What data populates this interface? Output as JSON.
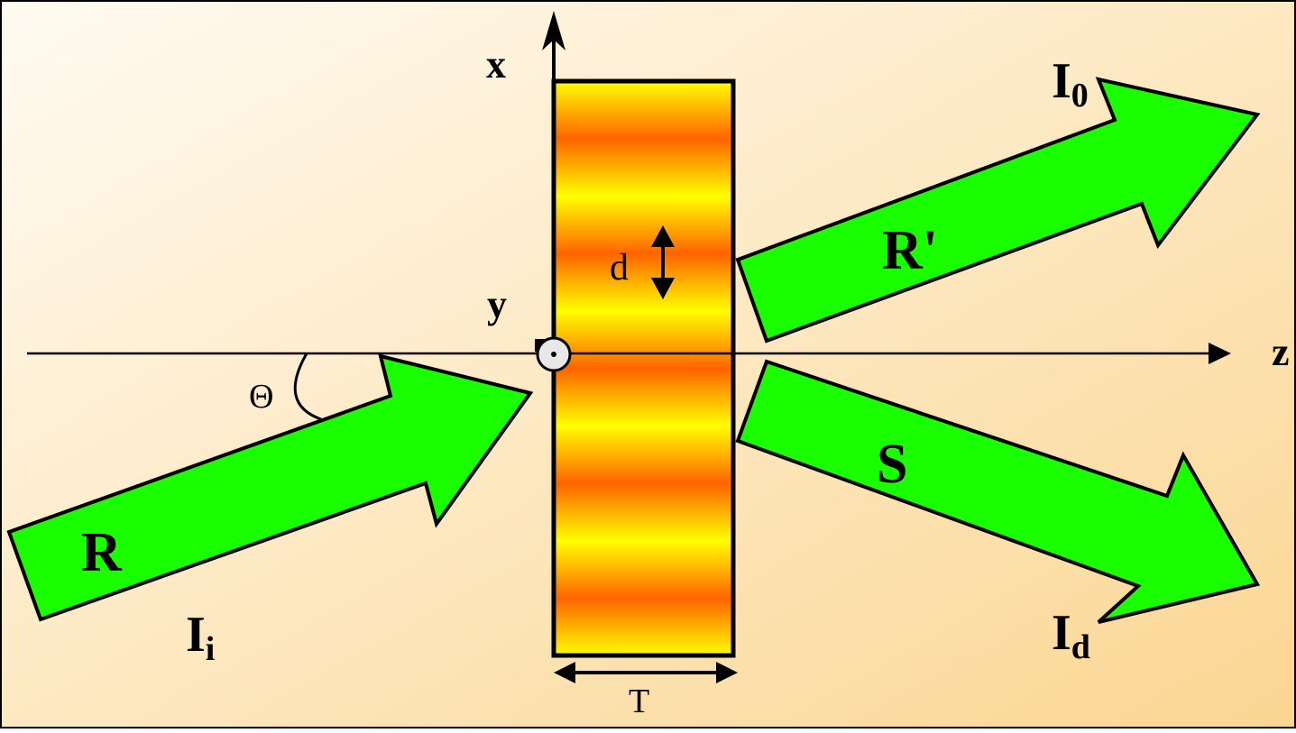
{
  "labels": {
    "x_axis": "x",
    "z_axis": "z",
    "y_axis": "y",
    "angle": "Θ",
    "fringe_spacing": "d",
    "thickness": "T",
    "beam_R": "R",
    "beam_R_prime": "R'",
    "beam_S": "S",
    "intensity_incident": {
      "base": "I",
      "sub": "i"
    },
    "intensity_zero": {
      "base": "I",
      "sub": "0"
    },
    "intensity_diffracted": {
      "base": "I",
      "sub": "d"
    }
  },
  "colors": {
    "background_light": "#fffbf2",
    "background_warm": "#fbd692",
    "grating_light": "#ffff00",
    "grating_dark": "#ff6400",
    "arrow_fill": "#19ff00",
    "stroke": "#000000"
  },
  "grating": {
    "fringe_count": 5
  }
}
